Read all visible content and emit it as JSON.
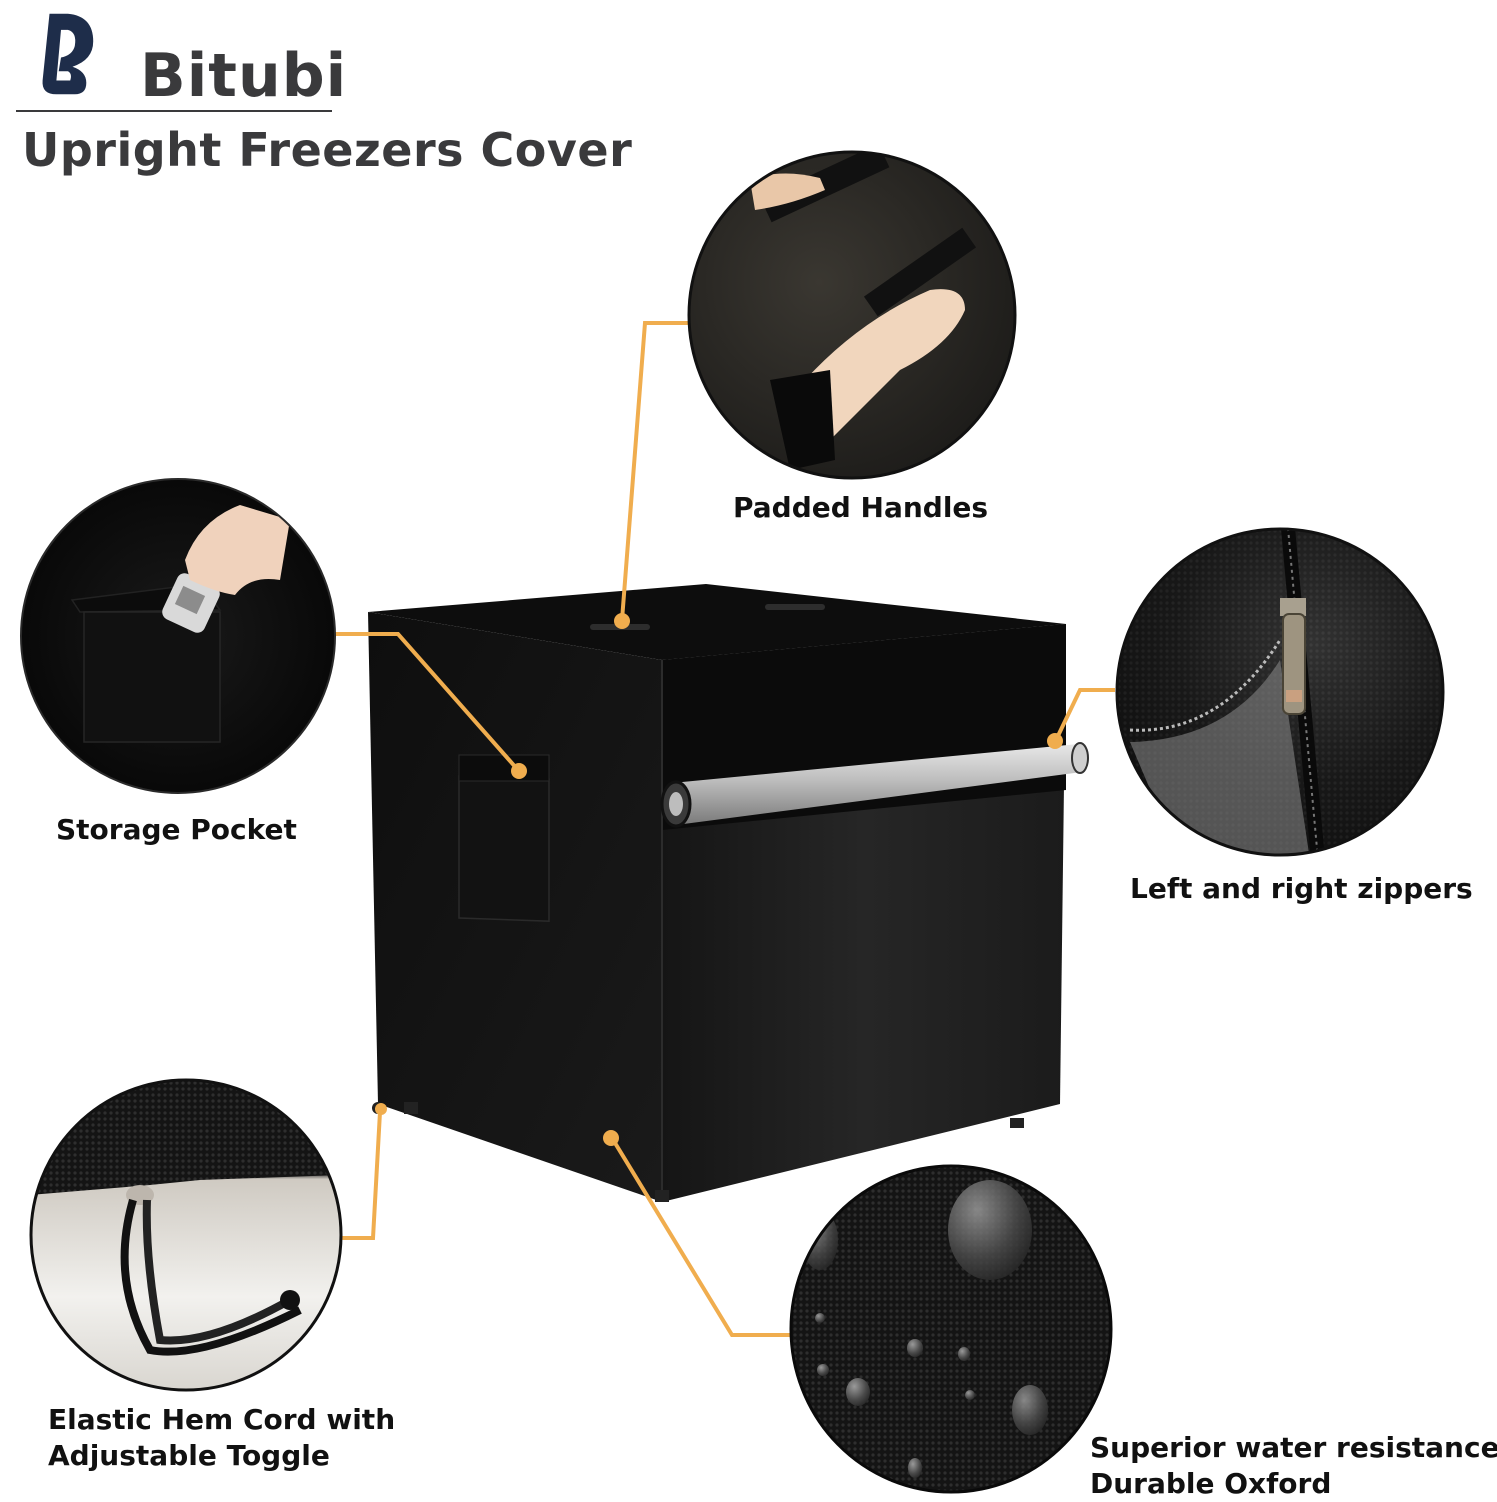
{
  "brand": {
    "logo_icon": "bitubi-lb-logo-icon",
    "logo_color": "#1e2d4a",
    "name": "Bitubi"
  },
  "product": {
    "title": "Upright Freezers Cover",
    "image": "black-freezer-cover-with-roller-illustration"
  },
  "accent_color": "#f0ad4e",
  "features": [
    {
      "id": "padded-handles",
      "label": "Padded Handles",
      "image": "hand-holding-padded-handle-closeup"
    },
    {
      "id": "storage-pocket",
      "label": "Storage Pocket",
      "image": "hand-placing-remote-in-pocket-closeup"
    },
    {
      "id": "zippers",
      "label": "Left and right zippers",
      "image": "metal-zipper-pull-closeup"
    },
    {
      "id": "hem-cord",
      "label_line1": "Elastic Hem Cord with",
      "label_line2": "Adjustable Toggle",
      "image": "drawstring-cord-toggle-closeup"
    },
    {
      "id": "water-resistance",
      "label_line1": "Superior water resistance",
      "label_line2": "Durable Oxford",
      "image": "water-droplets-on-oxford-fabric-closeup"
    }
  ]
}
